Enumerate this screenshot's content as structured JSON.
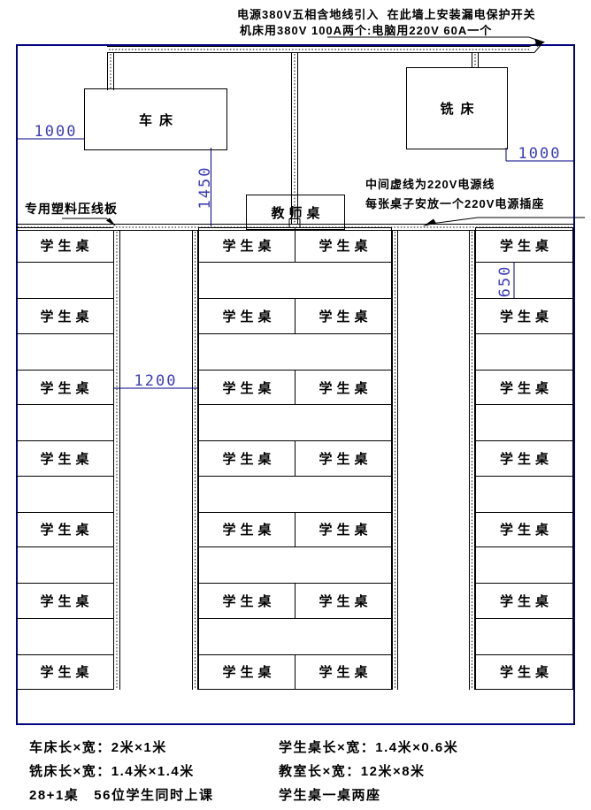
{
  "annotations": {
    "power_top_line1": "电源380V五相含地线引入  在此墙上安装漏电保护开关",
    "power_top_line2": "机床用380V 100A两个:电脑用220V 60A一个",
    "cable_board": "专用塑料压线板",
    "mid_note_line1": "中间虚线为220V电源线",
    "mid_note_line2": "每张桌子安放一个220V电源插座"
  },
  "labels": {
    "lathe": "车床",
    "mill": "铣床",
    "teacher_desk": "教师桌",
    "student_desk": "学生桌"
  },
  "dimensions": {
    "left_wall_to_lathe": "1000",
    "mill_to_right_wall": "1000",
    "lathe_to_power_strip": "1450",
    "aisle_width": "1200",
    "row_gap": "650"
  },
  "legend": {
    "rows": [
      {
        "left": "车床长×宽：2米×1米",
        "right": "学生桌长×宽：1.4米×0.6米"
      },
      {
        "left": "铣床长×宽：1.4米×1.4米",
        "right": "教室长×宽：12米×8米"
      },
      {
        "left": "28+1桌   56位学生同时上课",
        "right": "学生桌一桌两座"
      }
    ]
  },
  "layout_counts": {
    "desk_rows_per_column": 7,
    "columns": [
      "left",
      "middle-pair",
      "right"
    ]
  },
  "colors": {
    "wall": "#00007f",
    "dimension_text": "#3c3cb4",
    "ink": "#000000"
  }
}
